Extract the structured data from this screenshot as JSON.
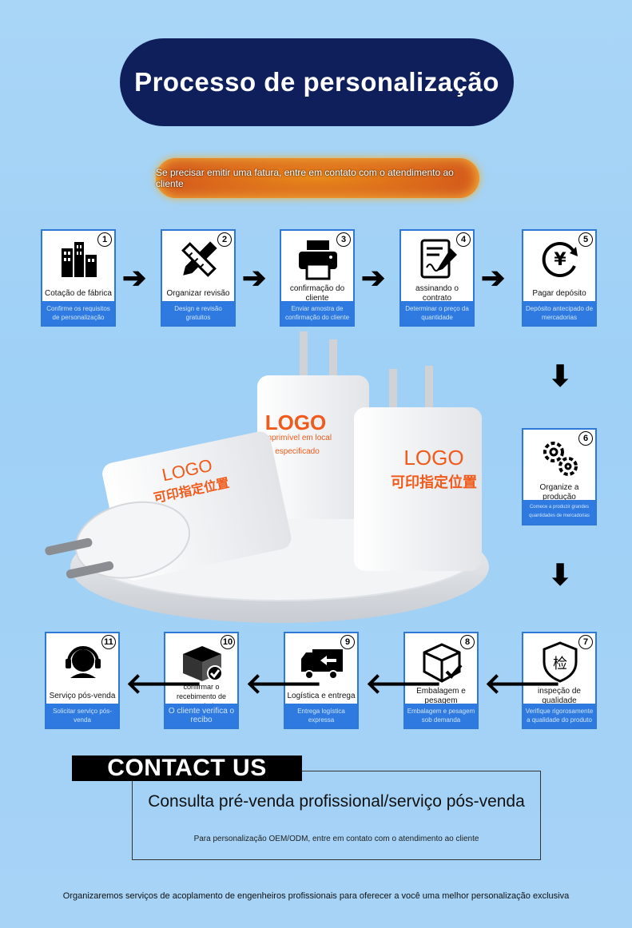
{
  "title": "Processo de personalização",
  "notice": "Se precisar emitir uma fatura, entre em contato com o atendimento ao cliente",
  "steps": [
    {
      "num": "1",
      "label": "Cotação de fábrica",
      "desc": "Confirme os requisitos de personalização",
      "icon": "factory-icon"
    },
    {
      "num": "2",
      "label": "Organizar revisão",
      "desc": "Design e revisão gratuitos",
      "icon": "pencil-ruler-icon"
    },
    {
      "num": "3",
      "label": "confirmação do cliente",
      "desc": "Enviar amostra de confirmação do cliente",
      "icon": "printer-icon"
    },
    {
      "num": "4",
      "label": "assinando o contrato",
      "desc": "Determinar o preço da quantidade",
      "icon": "contract-icon"
    },
    {
      "num": "5",
      "label": "Pagar depósito",
      "desc": "Depósito antecipado de mercadorias",
      "icon": "yuan-refresh-icon"
    },
    {
      "num": "6",
      "label": "Organize a produção",
      "desc": "Comece a produzir grandes quantidades de mercadorias",
      "icon": "gears-icon"
    },
    {
      "num": "7",
      "label": "inspeção de qualidade",
      "desc": "Verifique rigorosamente a qualidade do produto",
      "icon": "shield-check-icon"
    },
    {
      "num": "8",
      "label": "Embalagem e pesagem",
      "desc": "Embalagem e pesagem sob demanda",
      "icon": "box-icon"
    },
    {
      "num": "9",
      "label": "Logística e entrega",
      "desc": "Entrega logística expressa",
      "icon": "truck-icon"
    },
    {
      "num": "10",
      "label": "confirmar o recebimento de mercadorias",
      "desc": "O cliente verifica o recibo",
      "icon": "package-check-icon"
    },
    {
      "num": "11",
      "label": "Serviço pós-venda",
      "desc": "Solicitar serviço pós-venda",
      "icon": "headset-icon"
    }
  ],
  "product": {
    "logo_left": "LOGO",
    "cn_left": "可印指定位置",
    "logo_mid": "LOGO",
    "pt_mid": "Imprimível em local especificado",
    "logo_right": "LOGO",
    "cn_right": "可印指定位置"
  },
  "contact": {
    "heading": "CONTACT US",
    "main": "Consulta pré-venda profissional/serviço pós-venda",
    "sub": "Para personalização OEM/ODM, entre em contato com o atendimento ao cliente"
  },
  "footer": "Organizaremos serviços de acoplamento de engenheiros profissionais para oferecer a você uma melhor personalização exclusiva",
  "colors": {
    "title_bg": "#0f1f5c",
    "card_border": "#2e78d8",
    "desc_bg": "#2f7ae0",
    "notice": "#d9631b",
    "logo_orange": "#f05a1a"
  }
}
